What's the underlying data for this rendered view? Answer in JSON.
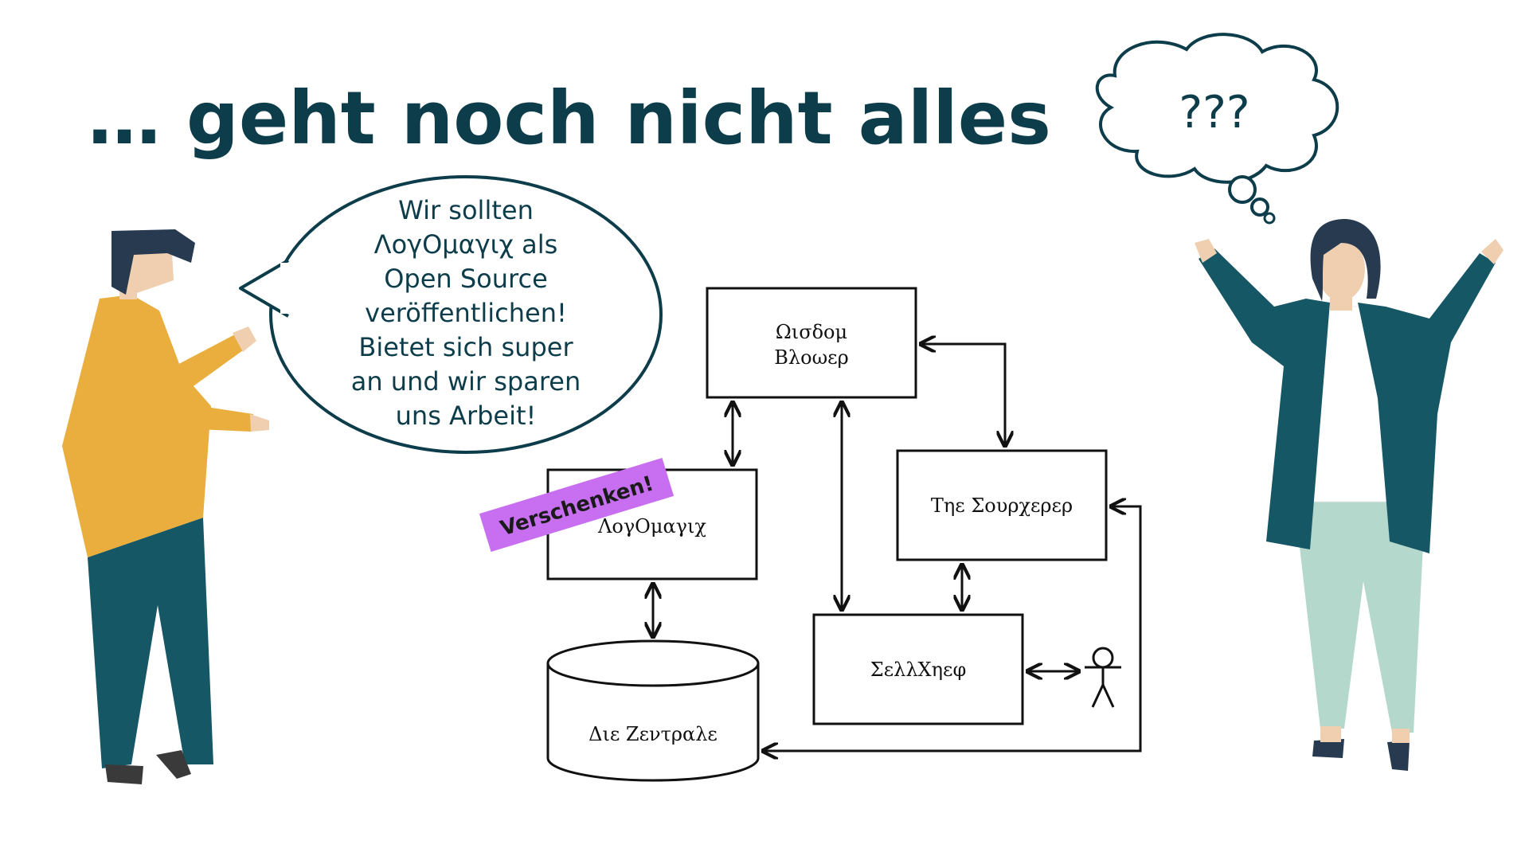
{
  "slide": {
    "title": "… geht noch nicht alles"
  },
  "speech_bubble": {
    "lines": [
      "Wir sollten",
      "ΛογΟμαγιχ als",
      "Open Source",
      "veröffentlichen!",
      "Bietet sich super",
      "an und wir sparen",
      "uns Arbeit!"
    ]
  },
  "thought_bubble": {
    "text": "???"
  },
  "diagram": {
    "boxes": {
      "wisdom_line1": "Ωισδομ",
      "wisdom_line2": "Βλοωερ",
      "logomagic": "ΛογΟμαγιχ",
      "sorcerer": "Τηε Σουρχερερ",
      "sellchef": "ΣελλΧηεφ",
      "database": "Διε Ζεντραλε"
    },
    "stamp": "Verschenken!"
  },
  "colors": {
    "title": "#0d3d4a",
    "stamp": "#c86ef0",
    "man_shirt": "#e9ae3d",
    "teal": "#165766",
    "woman_pants": "#b4d8cc"
  }
}
